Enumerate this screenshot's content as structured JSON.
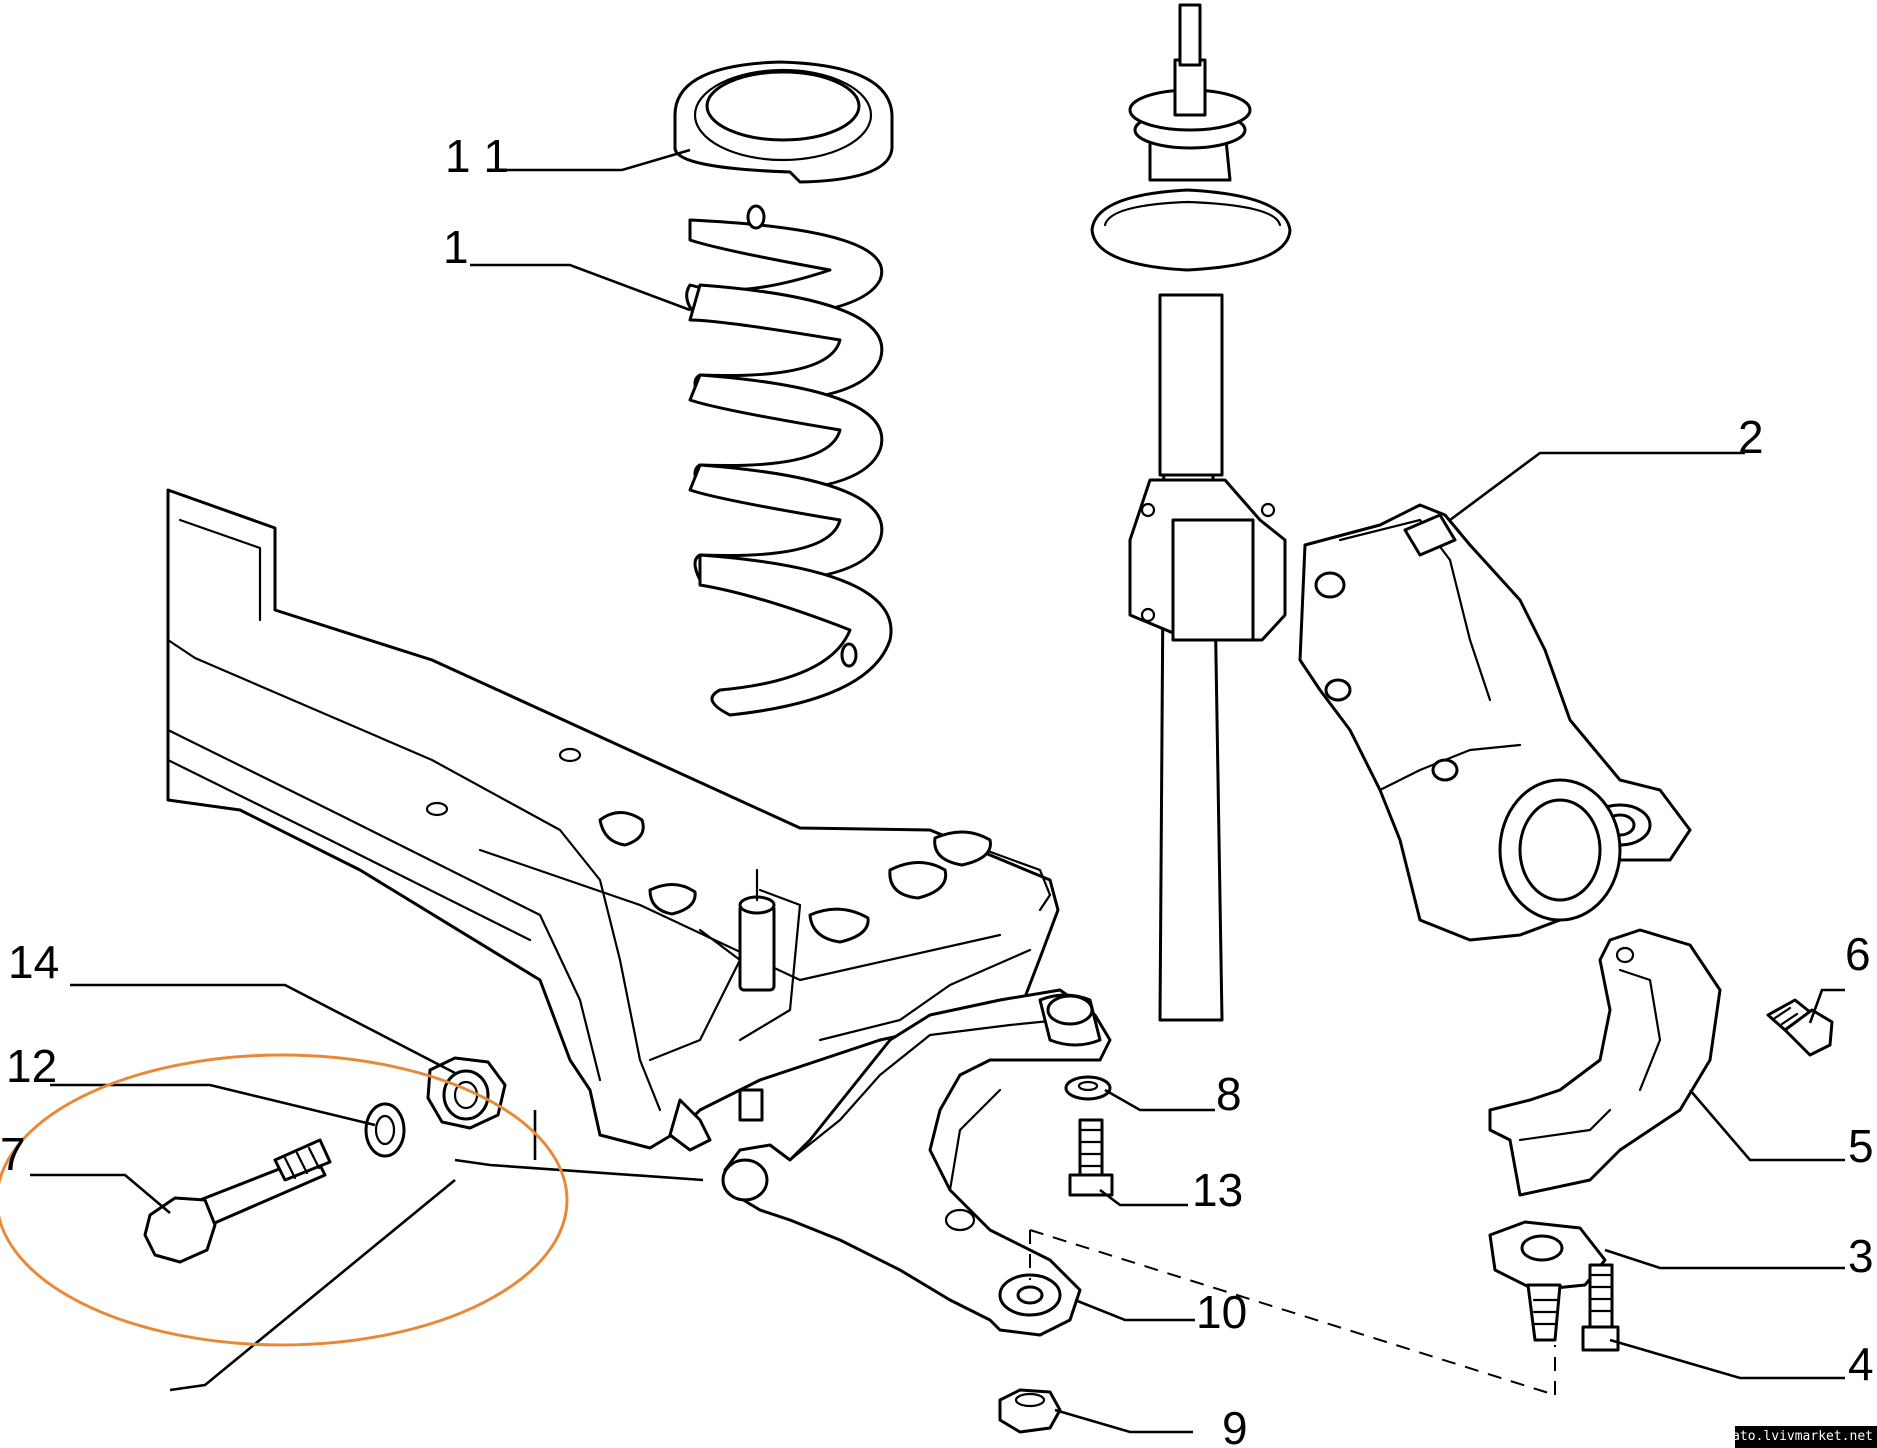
{
  "callouts": {
    "c11": "1 1",
    "c1": "1",
    "c2": "2",
    "c14": "14",
    "c12": "12",
    "c7": "7",
    "c6": "6",
    "c8": "8",
    "c13": "13",
    "c5": "5",
    "c3": "3",
    "c10": "10",
    "c4": "4",
    "c9": "9"
  },
  "watermark": "ducato.lvivmarket.net",
  "colors": {
    "line": "#000000",
    "background": "#ffffff",
    "highlight_ellipse": "#e8893a"
  }
}
